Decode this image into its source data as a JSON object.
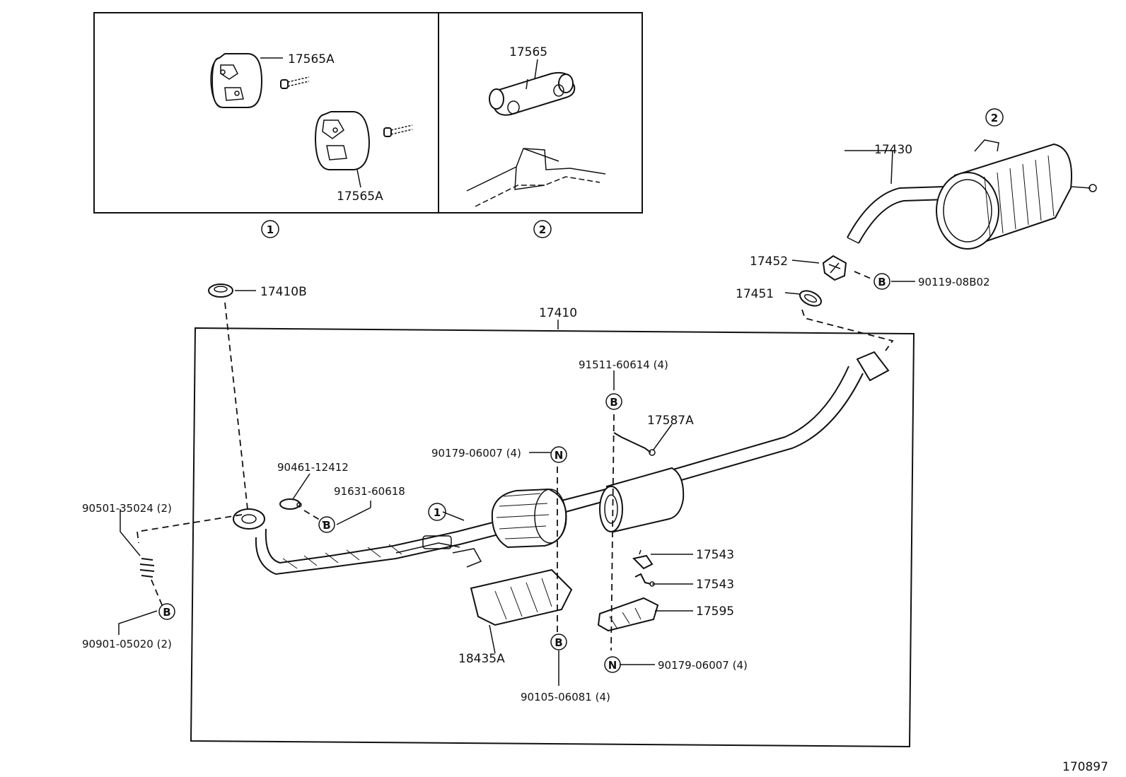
{
  "diagram_id": "170897",
  "frame_label": "17410",
  "inset_labels": {
    "inset_1": "1",
    "inset_2": "2"
  },
  "callout_markers": {
    "bolt": "B",
    "nut": "N",
    "ref_1": "1",
    "ref_2": "2"
  },
  "parts": {
    "p17565A_top": "17565A",
    "p17565A_bottom": "17565A",
    "p17565": "17565",
    "p17430": "17430",
    "p17452": "17452",
    "p90119": "90119-08B02",
    "p17451": "17451",
    "p17410B": "17410B",
    "p91511": "91511-60614 (4)",
    "p17587A": "17587A",
    "p90179_top": "90179-06007 (4)",
    "p90461": "90461-12412",
    "p91631": "91631-60618",
    "p90501": "90501-35024 (2)",
    "p90901": "90901-05020 (2)",
    "p17543_a": "17543",
    "p17543_b": "17543",
    "p17595": "17595",
    "p18435A": "18435A",
    "p90179_bottom": "90179-06007 (4)",
    "p90105": "90105-06081 (4)"
  }
}
